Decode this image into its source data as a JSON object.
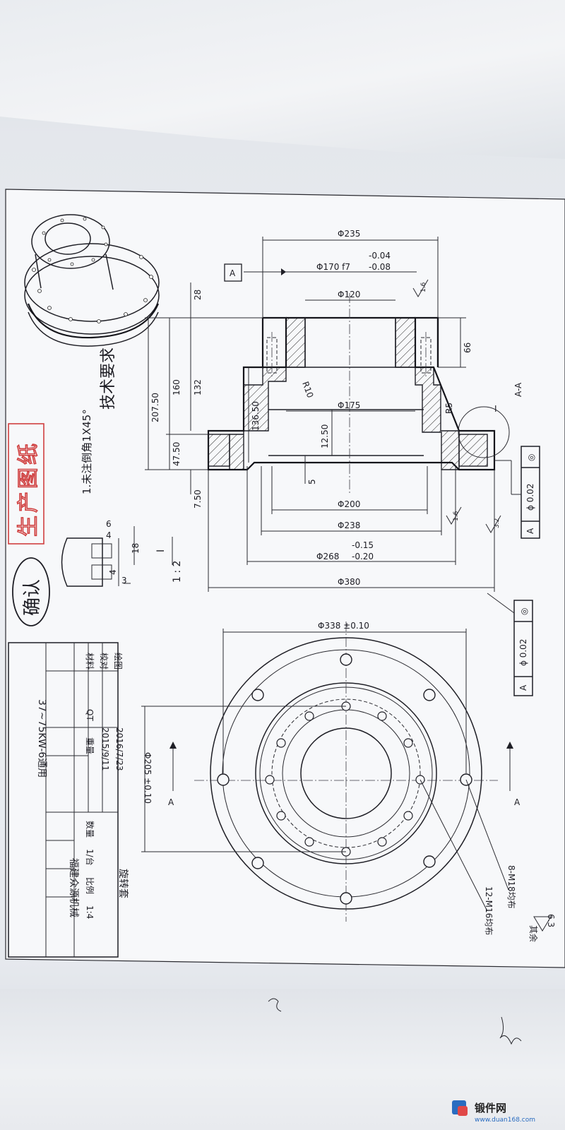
{
  "diameters": {
    "d235": "Φ235",
    "d170": "Φ170 f7",
    "d170_upper": "-0.04",
    "d170_lower": "-0.08",
    "d120": "Φ120",
    "d175": "Φ175",
    "d200": "Φ200",
    "d238": "Φ238",
    "d268": "Φ268",
    "d268_upper": "-0.15",
    "d268_lower": "-0.20",
    "d380": "Φ380",
    "d338": "Φ338 ±0.10",
    "d205": "Φ205 ±0.10"
  },
  "lengths": {
    "l28": "28",
    "l132": "132",
    "l160": "160",
    "l207": "207.50",
    "l136": "136.50",
    "l47": "47.50",
    "l12": "12.50",
    "l7": "7.50",
    "l5": "5",
    "l66": "66",
    "r10": "R10",
    "r5": "R5"
  },
  "datum": "A",
  "section": {
    "label": "A-A",
    "cut_left": "A",
    "cut_right": "A",
    "detail_mark": "I"
  },
  "tolerance": {
    "symbol": "◎",
    "value": "ϕ 0.02",
    "ref": "A"
  },
  "roughness": {
    "r16": "1.6",
    "r32": "3.2",
    "other_label": "其余",
    "other_value": "6.3"
  },
  "holes": {
    "outer": "8-M18均布",
    "inner": "12-M16均布"
  },
  "notes": {
    "heading": "技术要求",
    "item1": "1.未注倒角1X45°"
  },
  "stamps": {
    "production": "生产图纸",
    "confirm": "确认"
  },
  "detail": {
    "title": "I",
    "scale": "1 : 2",
    "d6": "6",
    "d4a": "4",
    "d18": "18",
    "d4b": "4",
    "d3": "3"
  },
  "titleblock": {
    "draw_label": "绘图",
    "draw_date": "2016/7/23",
    "check_label": "校对",
    "check_date": "2015/9/11",
    "part_name": "旋转套",
    "material_label": "材料",
    "material": "QT",
    "weight_label": "重量",
    "qty_label": "数量",
    "qty": "1/台",
    "scale_label": "比例",
    "scale": "1:4",
    "model": "37~75KW-6通用",
    "company": "福建众源机械"
  },
  "watermark": {
    "brand": "锻件网",
    "url": "www.duan168.com"
  }
}
